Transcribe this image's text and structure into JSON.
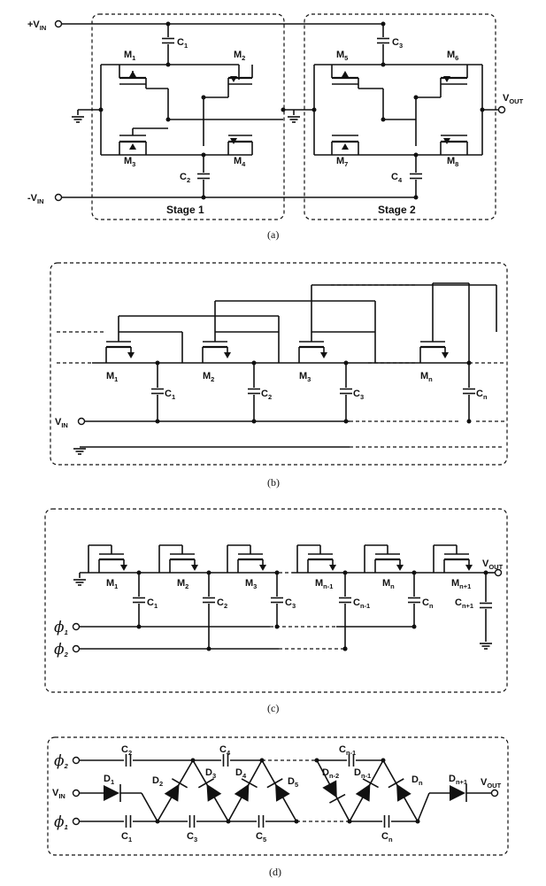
{
  "panel_a": {
    "caption": "(a)",
    "vin_pos": "+V",
    "vin_neg": "-V",
    "in_sub": "IN",
    "vout": "V",
    "out_sub": "OUT",
    "stage1": "Stage 1",
    "stage2": "Stage 2",
    "m_letter": "M",
    "c_letter": "C",
    "transistors": [
      "1",
      "2",
      "3",
      "4",
      "5",
      "6",
      "7",
      "8"
    ],
    "capacitors": [
      "1",
      "2",
      "3",
      "4"
    ]
  },
  "panel_b": {
    "caption": "(b)",
    "vin": "V",
    "in_sub": "IN",
    "transistor_subs": [
      "1",
      "2",
      "3",
      "n"
    ],
    "capacitor_subs": [
      "1",
      "2",
      "3",
      "n"
    ]
  },
  "panel_c": {
    "caption": "(c)",
    "phi1": "ϕ",
    "phi1_sub": "1",
    "phi2": "ϕ",
    "phi2_sub": "2",
    "vout": "V",
    "out_sub": "OUT",
    "transistor_subs": [
      "1",
      "2",
      "3",
      "n-1",
      "n",
      "n+1"
    ],
    "capacitor_subs": [
      "1",
      "2",
      "3",
      "n-1",
      "n",
      "n+1"
    ]
  },
  "panel_d": {
    "caption": "(d)",
    "phi1": "ϕ",
    "phi1_sub": "1",
    "phi2": "ϕ",
    "phi2_sub": "2",
    "vin": "V",
    "in_sub": "IN",
    "vout": "V",
    "out_sub": "OUT",
    "d_letter": "D",
    "diode_subs": [
      "1",
      "2",
      "3",
      "4",
      "5",
      "n-2",
      "n-1",
      "n",
      "n+1"
    ],
    "top_cap_subs": [
      "2",
      "4",
      "n-1"
    ],
    "bottom_cap_subs": [
      "1",
      "3",
      "5",
      "n"
    ]
  }
}
